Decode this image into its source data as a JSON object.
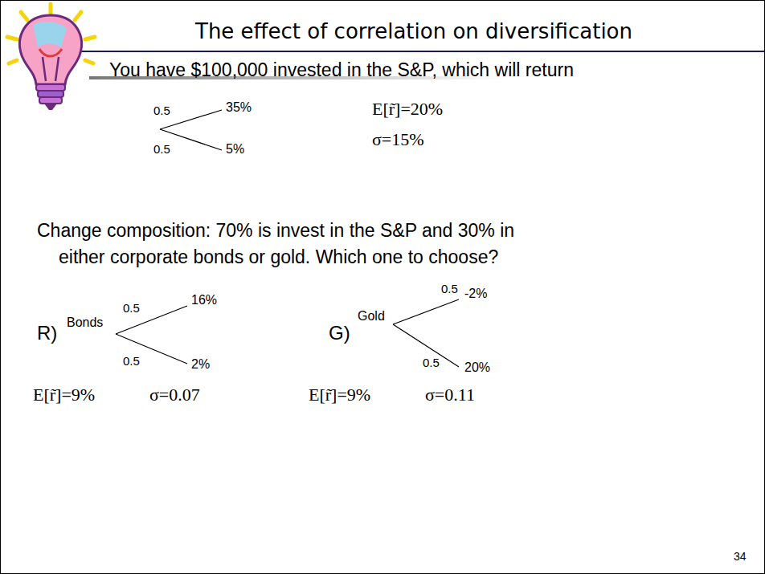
{
  "diagram": {
    "title": "The effect of correlation on diversification",
    "labels": [
      "You have $100,000 invested in the S&P, which will return",
      "0.5",
      "35%",
      "0.5",
      "5%",
      "E[r̃]=20%",
      "σ=15%",
      "Change composition: 70% is invest in the S&P and 30% in either corporate bonds or gold. Which one to choose?",
      "R)",
      "Bonds",
      "0.5",
      "16%",
      "0.5",
      "2%",
      "G)",
      "Gold",
      "0.5",
      "-2%",
      "0.5",
      "20%",
      "E[r̃]=9%",
      "σ=0.07",
      "E[r̃]=9%",
      "σ=0.11",
      "34"
    ]
  }
}
